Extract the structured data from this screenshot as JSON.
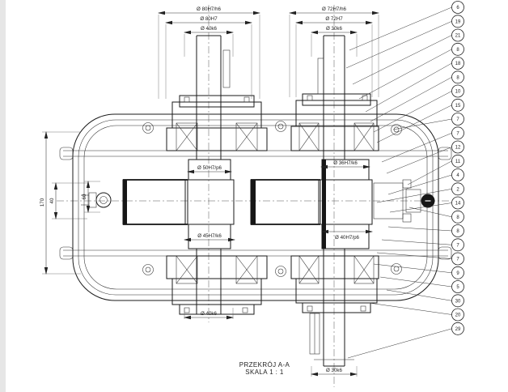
{
  "drawing": {
    "caption_line1": "PRZEKRÓJ A-A",
    "caption_line2": "SKALA 1 : 1"
  },
  "dimensions": {
    "top_left_outer": "Ø 80H7/h6",
    "top_left_mid": "Ø 80H7",
    "top_left_inner": "Ø 40k6",
    "top_right_outer": "Ø 72H7/h6",
    "top_right_mid": "Ø 72H7",
    "top_right_inner": "Ø 30k6",
    "center_left_upper": "Ø 50H7/p6",
    "center_left_lower": "Ø 45H7/k6",
    "center_right_upper": "Ø 36H7/k6",
    "center_right_lower": "Ø 40H7/p6",
    "bottom_left": "Ø 40k6",
    "bottom_right": "Ø 30k6",
    "left_vertical_outer": "170",
    "left_vertical_inner": "40",
    "left_plug_height": "60"
  },
  "balloons": [
    "6",
    "19",
    "21",
    "8",
    "18",
    "8",
    "10",
    "15",
    "7",
    "7",
    "12",
    "11",
    "4",
    "2",
    "14",
    "8",
    "8",
    "7",
    "7",
    "9",
    "5",
    "30",
    "20",
    "29"
  ],
  "colors": {
    "line": "#1a1a1a",
    "background": "#ffffff"
  }
}
